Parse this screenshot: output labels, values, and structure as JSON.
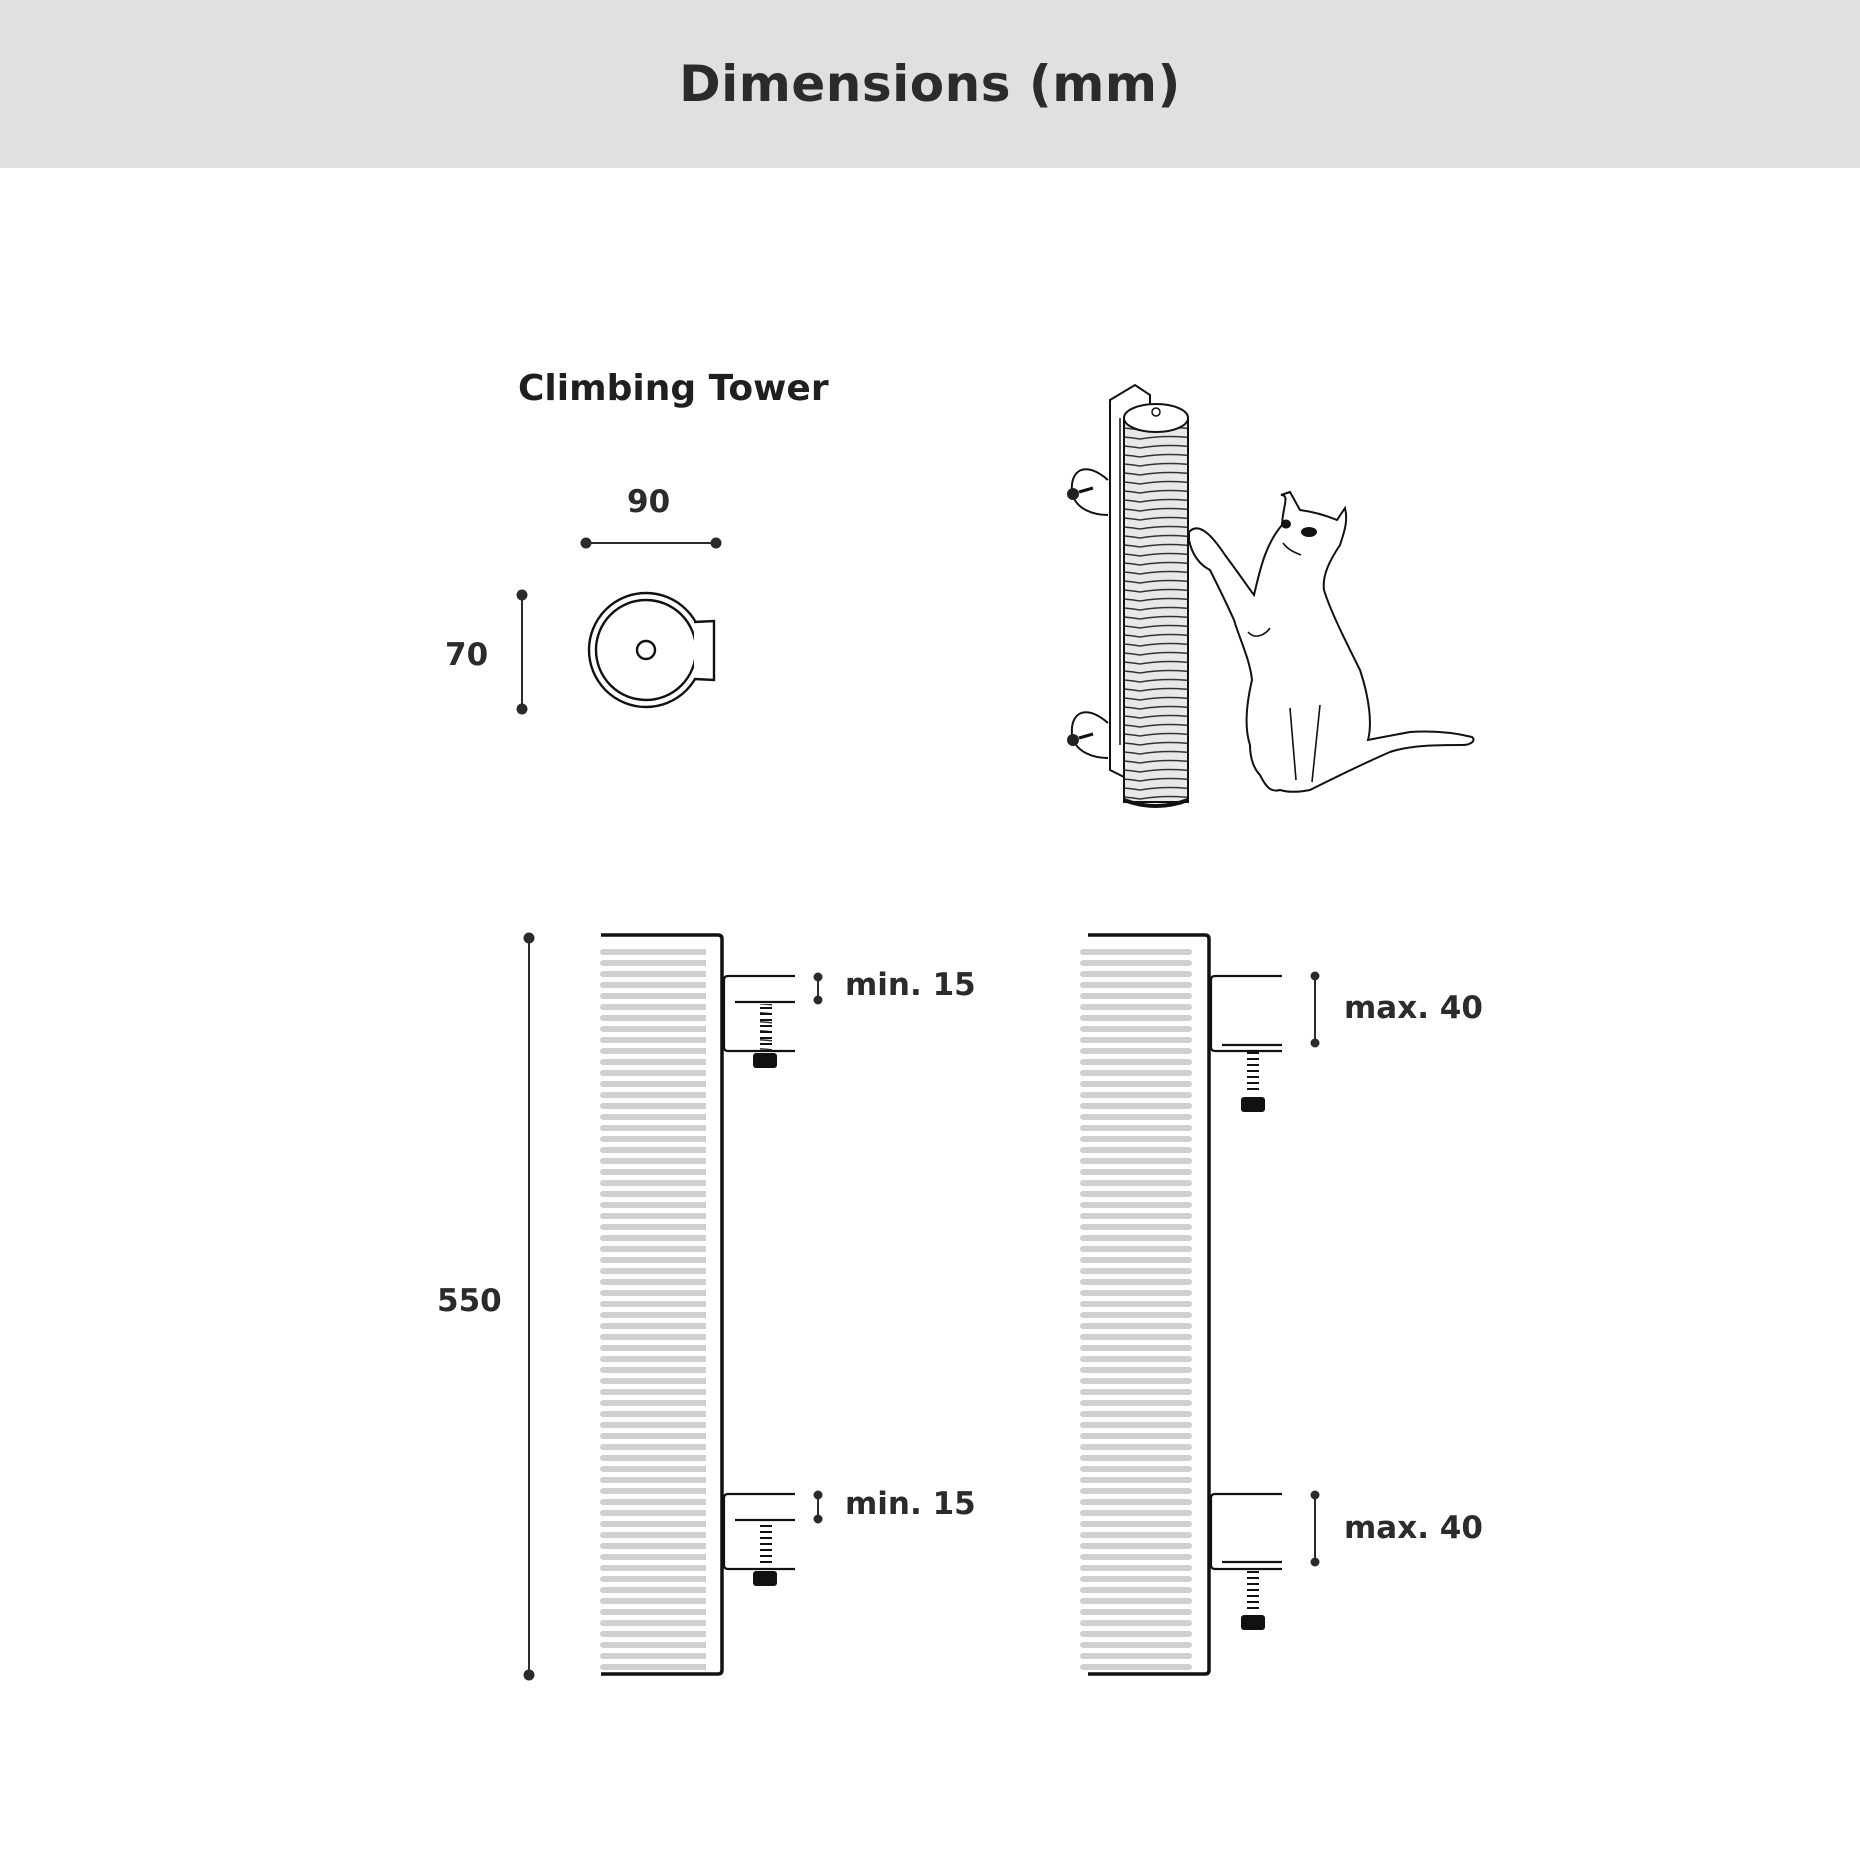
{
  "header": {
    "title": "Dimensions (mm)",
    "background": "#e0e0e0"
  },
  "product": {
    "name": "Climbing Tower"
  },
  "top_view": {
    "width_label": "90",
    "depth_label": "70"
  },
  "side_views": {
    "height_label": "550",
    "min_view": {
      "top_clamp_label": "min. 15",
      "bottom_clamp_label": "min. 15"
    },
    "max_view": {
      "top_clamp_label": "max. 40",
      "bottom_clamp_label": "max. 40"
    }
  },
  "colors": {
    "line": "#111111",
    "rope_stripe": "#d0d0d0",
    "text": "#2b2b2b"
  }
}
